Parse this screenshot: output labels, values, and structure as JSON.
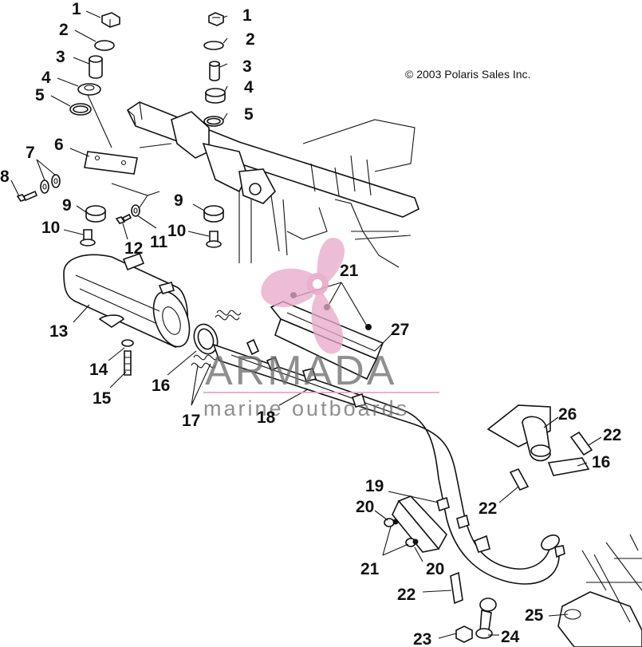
{
  "copyright": "© 2003 Polaris Sales Inc.",
  "watermark": {
    "brand": "ARMADA",
    "tagline": "marine outboards",
    "colors": {
      "logo": "#e8a9c8",
      "text": "#6e6e6e",
      "rule": "#e8a9c8"
    }
  },
  "callouts": [
    {
      "id": "c1a",
      "text": "1"
    },
    {
      "id": "c2a",
      "text": "2"
    },
    {
      "id": "c3a",
      "text": "3"
    },
    {
      "id": "c4a",
      "text": "4"
    },
    {
      "id": "c5a",
      "text": "5"
    },
    {
      "id": "c1b",
      "text": "1"
    },
    {
      "id": "c2b",
      "text": "2"
    },
    {
      "id": "c3b",
      "text": "3"
    },
    {
      "id": "c4b",
      "text": "4"
    },
    {
      "id": "c5b",
      "text": "5"
    },
    {
      "id": "c6",
      "text": "6"
    },
    {
      "id": "c7",
      "text": "7"
    },
    {
      "id": "c8",
      "text": "8"
    },
    {
      "id": "c9a",
      "text": "9"
    },
    {
      "id": "c9b",
      "text": "9"
    },
    {
      "id": "c10a",
      "text": "10"
    },
    {
      "id": "c10b",
      "text": "10"
    },
    {
      "id": "c11",
      "text": "11"
    },
    {
      "id": "c12",
      "text": "12"
    },
    {
      "id": "c13",
      "text": "13"
    },
    {
      "id": "c14",
      "text": "14"
    },
    {
      "id": "c15",
      "text": "15"
    },
    {
      "id": "c16a",
      "text": "16"
    },
    {
      "id": "c16b",
      "text": "16"
    },
    {
      "id": "c17",
      "text": "17"
    },
    {
      "id": "c18",
      "text": "18"
    },
    {
      "id": "c19",
      "text": "19"
    },
    {
      "id": "c20a",
      "text": "20"
    },
    {
      "id": "c20b",
      "text": "20"
    },
    {
      "id": "c21a",
      "text": "21"
    },
    {
      "id": "c21b",
      "text": "21"
    },
    {
      "id": "c22a",
      "text": "22"
    },
    {
      "id": "c22b",
      "text": "22"
    },
    {
      "id": "c22c",
      "text": "22"
    },
    {
      "id": "c23",
      "text": "23"
    },
    {
      "id": "c24",
      "text": "24"
    },
    {
      "id": "c25",
      "text": "25"
    },
    {
      "id": "c26",
      "text": "26"
    },
    {
      "id": "c27",
      "text": "27"
    }
  ]
}
